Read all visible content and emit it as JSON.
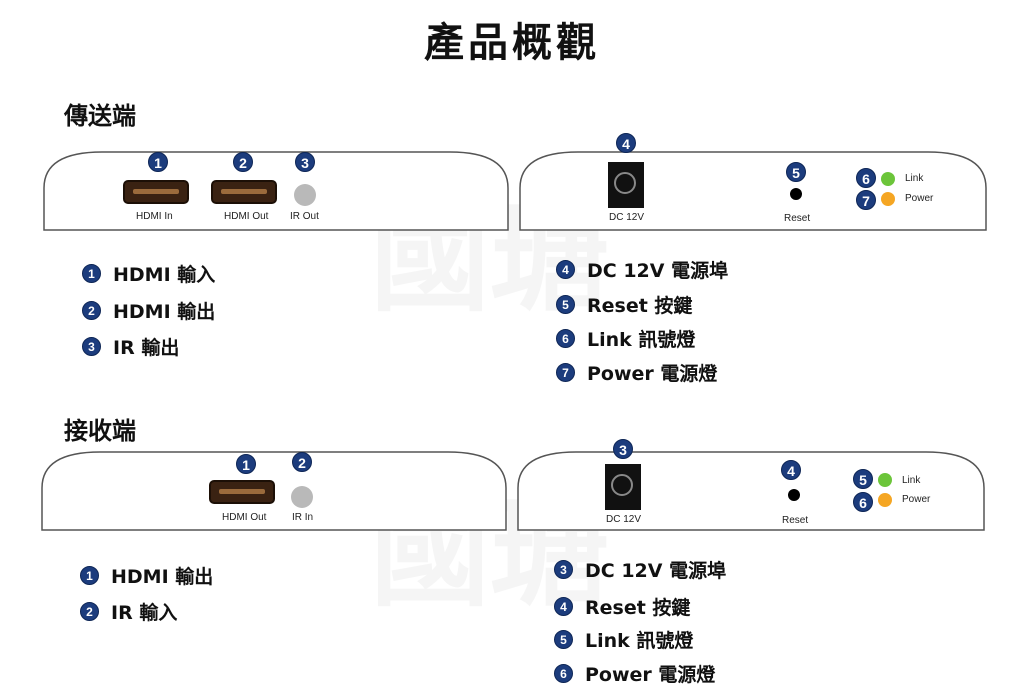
{
  "title": "產品概觀",
  "watermark": "國瑭",
  "transmitter": {
    "heading": "傳送端",
    "front": {
      "hdmi_in_label": "HDMI In",
      "hdmi_out_label": "HDMI Out",
      "ir_out_label": "IR Out",
      "badges": [
        "1",
        "2",
        "3"
      ]
    },
    "back": {
      "dc_label": "DC 12V",
      "reset_label": "Reset",
      "link_label": "Link",
      "power_label": "Power",
      "badges": [
        "4",
        "5",
        "6",
        "7"
      ]
    },
    "legend": [
      {
        "num": "1",
        "text": "HDMI 輸入"
      },
      {
        "num": "2",
        "text": "HDMI 輸出"
      },
      {
        "num": "3",
        "text": "IR 輸出"
      },
      {
        "num": "4",
        "text": "DC 12V 電源埠"
      },
      {
        "num": "5",
        "text": "Reset 按鍵"
      },
      {
        "num": "6",
        "text": "Link 訊號燈"
      },
      {
        "num": "7",
        "text": "Power 電源燈"
      }
    ]
  },
  "receiver": {
    "heading": "接收端",
    "front": {
      "hdmi_out_label": "HDMI Out",
      "ir_in_label": "IR In",
      "badges": [
        "1",
        "2"
      ]
    },
    "back": {
      "dc_label": "DC 12V",
      "reset_label": "Reset",
      "link_label": "Link",
      "power_label": "Power",
      "badges": [
        "3",
        "4",
        "5",
        "6"
      ]
    },
    "legend": [
      {
        "num": "1",
        "text": "HDMI 輸出"
      },
      {
        "num": "2",
        "text": "IR 輸入"
      },
      {
        "num": "3",
        "text": "DC 12V 電源埠"
      },
      {
        "num": "4",
        "text": "Reset 按鍵"
      },
      {
        "num": "5",
        "text": "Link 訊號燈"
      },
      {
        "num": "6",
        "text": "Power 電源燈"
      }
    ]
  }
}
